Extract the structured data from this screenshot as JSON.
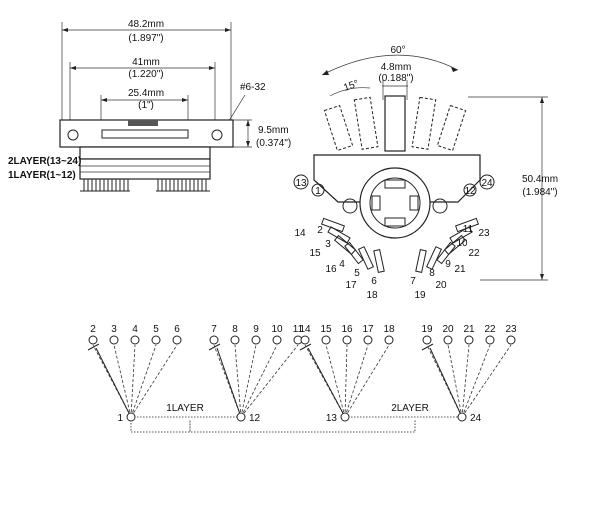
{
  "dimensions": {
    "overall_width": "48.2mm",
    "overall_width_in": "(1.897\")",
    "mount_spacing": "41mm",
    "mount_spacing_in": "(1.220\")",
    "slot_length": "25.4mm",
    "slot_length_in": "(1\")",
    "screw": "#6-32",
    "plate_height": "9.5mm",
    "plate_height_in": "(0.374\")",
    "angle_total": "60°",
    "angle_step": "15°",
    "lever_width": "4.8mm",
    "lever_width_in": "(0.188\")",
    "total_height": "50.4mm",
    "total_height_in": "(1.984\")"
  },
  "layer_labels": {
    "upper": "2LAYER(13~24)",
    "lower": "1LAYER(1~12)"
  },
  "front_view": {
    "marker_left": "13",
    "marker_left_inner": "1",
    "marker_right": "24",
    "marker_right_inner": "12",
    "pins_left": [
      "14",
      "2",
      "15",
      "3",
      "16",
      "4",
      "17",
      "5",
      "6",
      "18"
    ],
    "pins_right": [
      "7",
      "19",
      "8",
      "20",
      "9",
      "21",
      "10",
      "22",
      "11",
      "23"
    ]
  },
  "schematic": {
    "groups": [
      {
        "common": "1",
        "throws": [
          "2",
          "3",
          "4",
          "5",
          "6"
        ]
      },
      {
        "common": "12",
        "throws": [
          "7",
          "8",
          "9",
          "10",
          "11"
        ]
      },
      {
        "common": "13",
        "throws": [
          "14",
          "15",
          "16",
          "17",
          "18"
        ]
      },
      {
        "common": "24",
        "throws": [
          "19",
          "20",
          "21",
          "22",
          "23"
        ]
      }
    ],
    "layer1_label": "1LAYER",
    "layer2_label": "2LAYER"
  }
}
